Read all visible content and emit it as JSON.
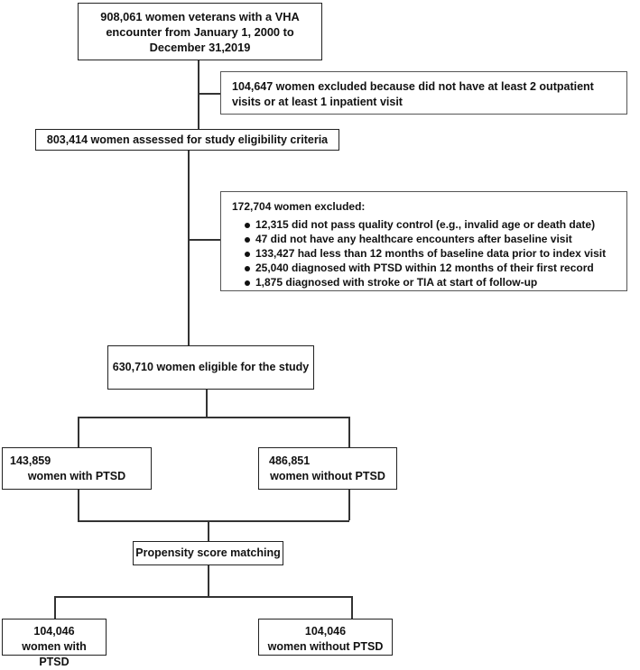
{
  "start_box": "908,061 women veterans with a VHA encounter from January 1, 2000 to December 31,2019",
  "exclusion_1": "104,647 women excluded because did not have at least 2 outpatient visits or at least 1 inpatient visit",
  "assessed_box": "803,414 women assessed for study eligibility criteria",
  "exclusion_2": {
    "header": "172,704 women excluded:",
    "items": [
      "12,315 did not pass quality control (e.g., invalid age or death date)",
      "47 did not have any healthcare encounters after baseline visit",
      "133,427 had less than 12 months of baseline data prior to index visit",
      "25,040 diagnosed with PTSD within 12 months of their first record",
      "1,875 diagnosed with stroke or TIA at start of follow-up"
    ]
  },
  "eligible_box": "630,710 women eligible for the study",
  "ptsd_box": {
    "count": "143,859",
    "label": "women with PTSD"
  },
  "no_ptsd_box": {
    "count": "486,851",
    "label": "women without PTSD"
  },
  "matching_box": "Propensity score matching",
  "matched_ptsd_box": {
    "count": "104,046",
    "label": "women with PTSD"
  },
  "matched_no_ptsd_box": {
    "count": "104,046",
    "label": "women without PTSD"
  }
}
